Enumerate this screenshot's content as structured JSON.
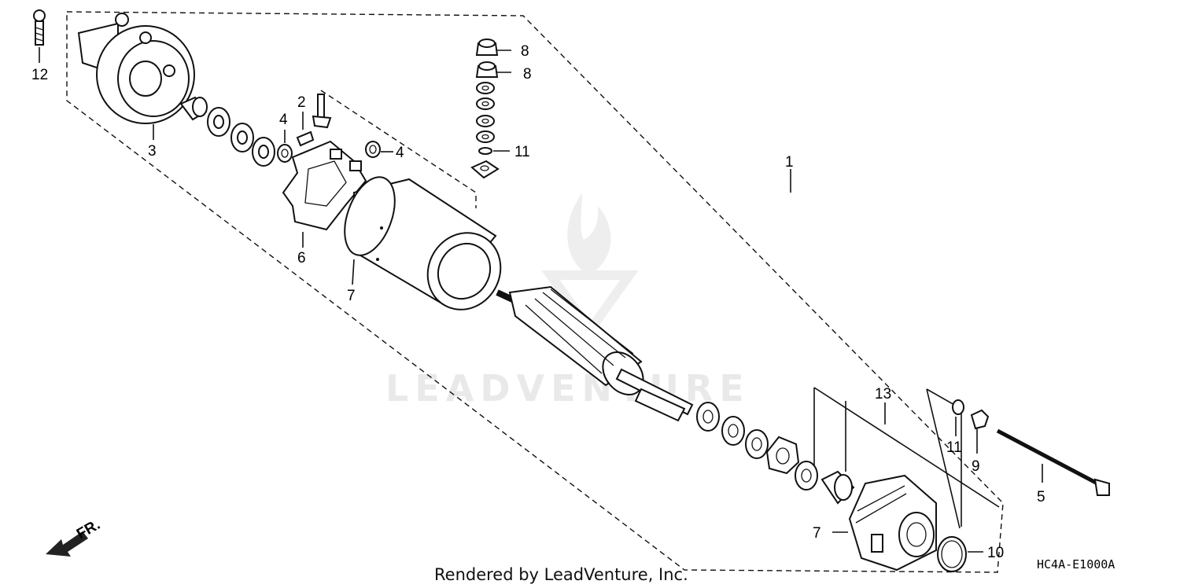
{
  "diagram": {
    "callouts": [
      {
        "id": "c1",
        "text": "1"
      },
      {
        "id": "c2",
        "text": "2"
      },
      {
        "id": "c3",
        "text": "3"
      },
      {
        "id": "c4a",
        "text": "4"
      },
      {
        "id": "c4b",
        "text": "4"
      },
      {
        "id": "c5",
        "text": "5"
      },
      {
        "id": "c6",
        "text": "6"
      },
      {
        "id": "c7a",
        "text": "7"
      },
      {
        "id": "c7b",
        "text": "7"
      },
      {
        "id": "c8a",
        "text": "8"
      },
      {
        "id": "c8b",
        "text": "8"
      },
      {
        "id": "c9",
        "text": "9"
      },
      {
        "id": "c10",
        "text": "10"
      },
      {
        "id": "c11a",
        "text": "11"
      },
      {
        "id": "c11b",
        "text": "11"
      },
      {
        "id": "c12",
        "text": "12"
      },
      {
        "id": "c13",
        "text": "13"
      }
    ],
    "direction_label": "FR.",
    "diagram_code": "HC4A-E1000A",
    "credit": "Rendered by LeadVenture, Inc.",
    "watermark": "LEADVENTURE"
  },
  "colors": {
    "line": "#111111",
    "background": "#ffffff",
    "watermark": "#e9e9e9"
  }
}
